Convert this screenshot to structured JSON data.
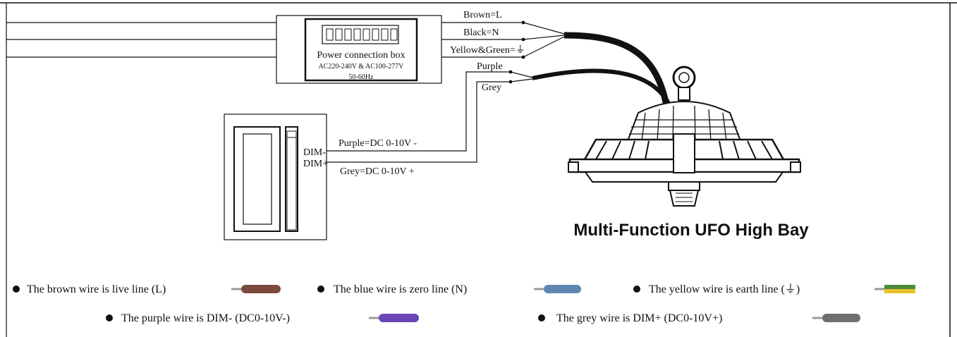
{
  "wire_labels": {
    "brown": "Brown=L",
    "black": "Black=N",
    "yellow_green": "Yellow&Green=⏚",
    "purple": "Purple",
    "grey": "Grey"
  },
  "power_box": {
    "title": "Power connection box",
    "voltage": "AC220-240V & AC100-277V",
    "frequency": "50-60Hz"
  },
  "dimmer": {
    "dim_minus": "DIM-",
    "dim_plus": "DIM+",
    "purple_wire": "Purple=DC 0-10V -",
    "grey_wire": "Grey=DC 0-10V +"
  },
  "product_title": "Multi-Function UFO High Bay",
  "legend": {
    "brown": "The brown wire is live line (L)",
    "blue": "The blue wire is zero line (N)",
    "yellow": "The yellow wire is earth line (⏚)",
    "purple": "The purple wire is DIM- (DC0-10V-)",
    "grey": "The grey wire is DIM+ (DC0-10V+)"
  },
  "colors": {
    "brown": "#7b4a3c",
    "blue": "#5f86b3",
    "yellow": "#e8c22c",
    "green": "#4f8a3a",
    "purple": "#6a45b8",
    "grey": "#6f6f6f"
  }
}
